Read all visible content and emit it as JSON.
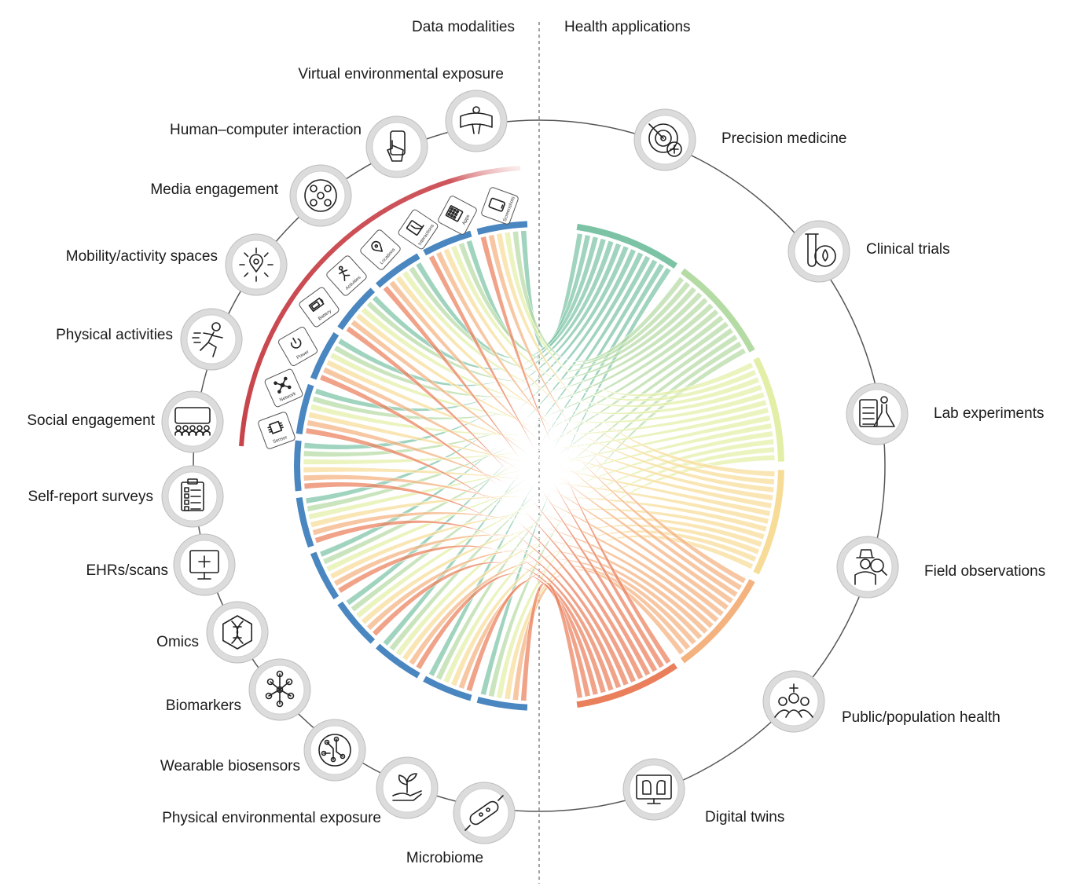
{
  "headers": {
    "left": "Data modalities",
    "right": "Health applications"
  },
  "data_modalities": [
    {
      "label": "Virtual environmental exposure",
      "icon": "vr-headset-icon"
    },
    {
      "label": "Human–computer interaction",
      "icon": "touch-phone-icon"
    },
    {
      "label": "Media engagement",
      "icon": "media-apps-icon"
    },
    {
      "label": "Mobility/activity spaces",
      "icon": "location-hub-icon"
    },
    {
      "label": "Physical activities",
      "icon": "running-person-icon"
    },
    {
      "label": "Social engagement",
      "icon": "social-screen-icon"
    },
    {
      "label": "Self-report surveys",
      "icon": "clipboard-survey-icon"
    },
    {
      "label": "EHRs/scans",
      "icon": "medical-monitor-icon"
    },
    {
      "label": "Omics",
      "icon": "dna-hexagon-icon"
    },
    {
      "label": "Biomarkers",
      "icon": "molecule-network-icon"
    },
    {
      "label": "Wearable biosensors",
      "icon": "circuit-sensor-icon"
    },
    {
      "label": "Physical environmental exposure",
      "icon": "plant-hand-icon"
    },
    {
      "label": "Microbiome",
      "icon": "bacterium-icon"
    }
  ],
  "health_applications": [
    {
      "label": "Precision medicine",
      "icon": "target-medicine-icon",
      "color": "#7cc3a5"
    },
    {
      "label": "Clinical trials",
      "icon": "test-tube-icon",
      "color": "#b5dba4"
    },
    {
      "label": "Lab experiments",
      "icon": "lab-flask-icon",
      "color": "#e3eea6"
    },
    {
      "label": "Field observations",
      "icon": "field-researcher-icon",
      "color": "#f6dc97"
    },
    {
      "label": "Public/population health",
      "icon": "population-group-icon",
      "color": "#f4b27f"
    },
    {
      "label": "Digital twins",
      "icon": "digital-twin-icon",
      "color": "#ea7f5b"
    }
  ],
  "sensor_streams": [
    {
      "label": "Sensor",
      "icon": "chip-icon"
    },
    {
      "label": "Network",
      "icon": "network-icon"
    },
    {
      "label": "Power",
      "icon": "power-icon"
    },
    {
      "label": "Battery",
      "icon": "battery-icon"
    },
    {
      "label": "Activities",
      "icon": "walking-icon"
    },
    {
      "label": "Locations",
      "icon": "pin-icon"
    },
    {
      "label": "Interactions",
      "icon": "tap-icon"
    },
    {
      "label": "Apps",
      "icon": "apps-grid-icon"
    },
    {
      "label": "Screenshots",
      "icon": "phone-screenshot-icon"
    }
  ],
  "colors": {
    "modality_arc": "#4a86c0",
    "sensor_arc": "#c8434a",
    "ring": "#555555",
    "divider": "#7a7a7a"
  }
}
